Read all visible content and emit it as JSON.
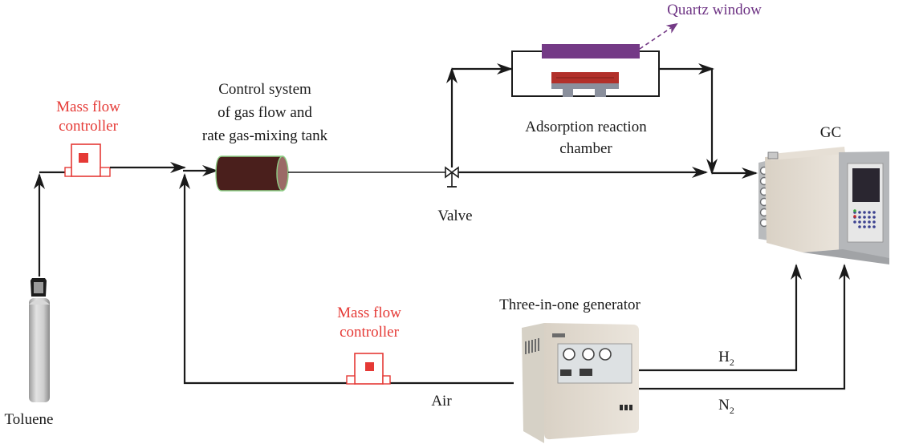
{
  "figure": {
    "type": "experimental setup schematic",
    "colors": {
      "line": "#1a1a1a",
      "controller": "#e53935",
      "quartz": "#743a86",
      "sample": "#b2302a",
      "support": "#8a8f9c",
      "tank_body": "#4a1f1c",
      "tank_edge": "#8ecf86",
      "tank_cap": "#9b6a66"
    }
  },
  "labels": {
    "toluene": "Toluene",
    "mfc_top_line1": "Mass flow",
    "mfc_top_line2": "controller",
    "mixing_line1": "Control system",
    "mixing_line2": "of gas flow and",
    "mixing_line3": "rate gas-mixing tank",
    "valve": "Valve",
    "quartz_window": "Quartz window",
    "chamber_line1": "Adsorption reaction",
    "chamber_line2": "chamber",
    "gc": "GC",
    "generator": "Three-in-one generator",
    "mfc_bottom_line1": "Mass flow",
    "mfc_bottom_line2": "controller",
    "air": "Air",
    "h2_base": "H",
    "h2_sub": "2",
    "n2_base": "N",
    "n2_sub": "2"
  },
  "components": [
    {
      "id": "toluene-cylinder",
      "name": "Toluene gas cylinder"
    },
    {
      "id": "mfc-toluene",
      "name": "Mass flow controller (toluene line)"
    },
    {
      "id": "mixing-tank",
      "name": "Gas-mixing tank"
    },
    {
      "id": "valve",
      "name": "Valve"
    },
    {
      "id": "reaction-chamber",
      "name": "Adsorption reaction chamber"
    },
    {
      "id": "gc",
      "name": "Gas chromatograph"
    },
    {
      "id": "generator",
      "name": "Three-in-one generator"
    },
    {
      "id": "mfc-air",
      "name": "Mass flow controller (air line)"
    }
  ],
  "flows": [
    {
      "from": "toluene-cylinder",
      "to": "mfc-toluene"
    },
    {
      "from": "mfc-toluene",
      "to": "mixing-tank"
    },
    {
      "from": "generator",
      "to": "mfc-air",
      "gas": "Air"
    },
    {
      "from": "mfc-air",
      "to": "mixing-tank"
    },
    {
      "from": "mixing-tank",
      "to": "valve"
    },
    {
      "from": "valve",
      "to": "reaction-chamber"
    },
    {
      "from": "valve",
      "to": "gc",
      "note": "bypass"
    },
    {
      "from": "reaction-chamber",
      "to": "gc"
    },
    {
      "from": "generator",
      "to": "gc",
      "gas": "H2"
    },
    {
      "from": "generator",
      "to": "gc",
      "gas": "N2"
    }
  ]
}
